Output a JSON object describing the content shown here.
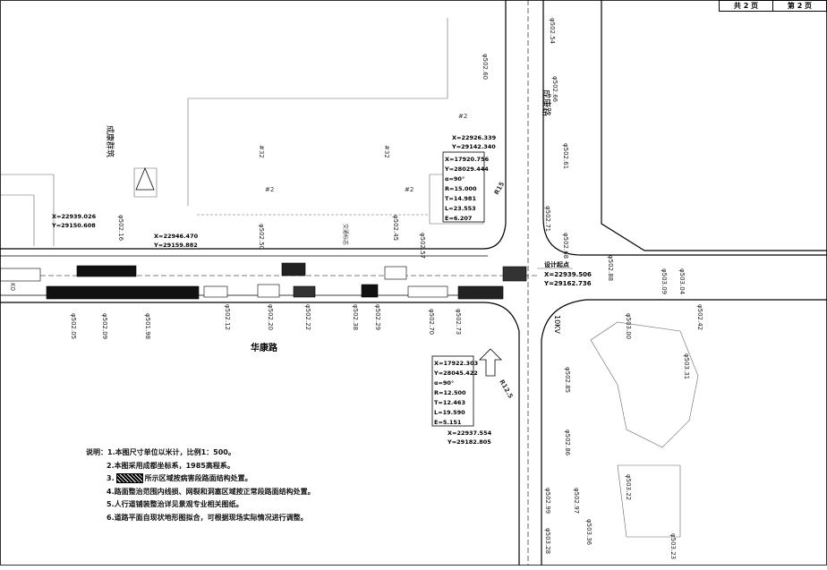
{
  "title_block": {
    "total_pages": "共 2 页",
    "page_number": "第 2 页"
  },
  "roads": {
    "main_road": "华康路",
    "cross_road": "成康路",
    "building": "成康群筑"
  },
  "labels": {
    "design_start": "设计起点",
    "start_x": "X=22939.506",
    "start_y": "Y=29162.736",
    "zone": "10KV"
  },
  "elevations": [
    "502.54",
    "502.66",
    "502.61",
    "502.71",
    "502.68",
    "502.88",
    "503.09",
    "503.00",
    "503.04",
    "502.42",
    "503.31",
    "502.85",
    "502.86",
    "502.99",
    "502.97",
    "503.28",
    "503.36",
    "502.12",
    "502.20",
    "502.22",
    "502.38",
    "502.29",
    "502.70",
    "502.73",
    "502.57",
    "502.05",
    "501.98",
    "502.09",
    "502.16",
    "503.22",
    "503.23",
    "502.60",
    "502.50",
    "502.45"
  ],
  "curve_upper": {
    "x": "X=17920.756",
    "y": "Y=28029.444",
    "a": "α=90°",
    "r": "R=15.000",
    "t": "T=14.981",
    "l": "L=23.553",
    "e": "E=6.207"
  },
  "curve_lower": {
    "x": "X=17922.303",
    "y": "Y=28045.422",
    "a": "α=90°",
    "r": "R=12.500",
    "t": "T=12.463",
    "l": "L=19.590",
    "e": "E=5.151"
  },
  "coords": {
    "top_x": "X=22926.339",
    "top_y": "Y=29142.340",
    "left_x": "X=22939.026",
    "left_y": "Y=29150.608",
    "mid_x": "X=22946.470",
    "mid_y": "Y=29159.882",
    "bot_x": "X=22937.554",
    "bot_y": "Y=29182.805"
  },
  "markers": {
    "lot": "#2",
    "lot32": "#32",
    "k1": "K0",
    "sign": "交通标志",
    "r1": "R12.5",
    "r2": "R15"
  },
  "notes": {
    "heading": "说明：",
    "n1": "1.本图尺寸单位以米计，比例1：500。",
    "n2": "2.本图采用成都坐标系，1985高程系。",
    "n3a": "3.",
    "n3b": "所示区域按病害段路面结构处置。",
    "n4": "4.路面整治范围内线损、网裂和洞塞区域按正常段路面结构处置。",
    "n5": "5.人行道铺装整治详见景观专业相关图纸。",
    "n6": "6.道路平面自现状地形图拟合，可根据现场实际情况进行调整。"
  }
}
